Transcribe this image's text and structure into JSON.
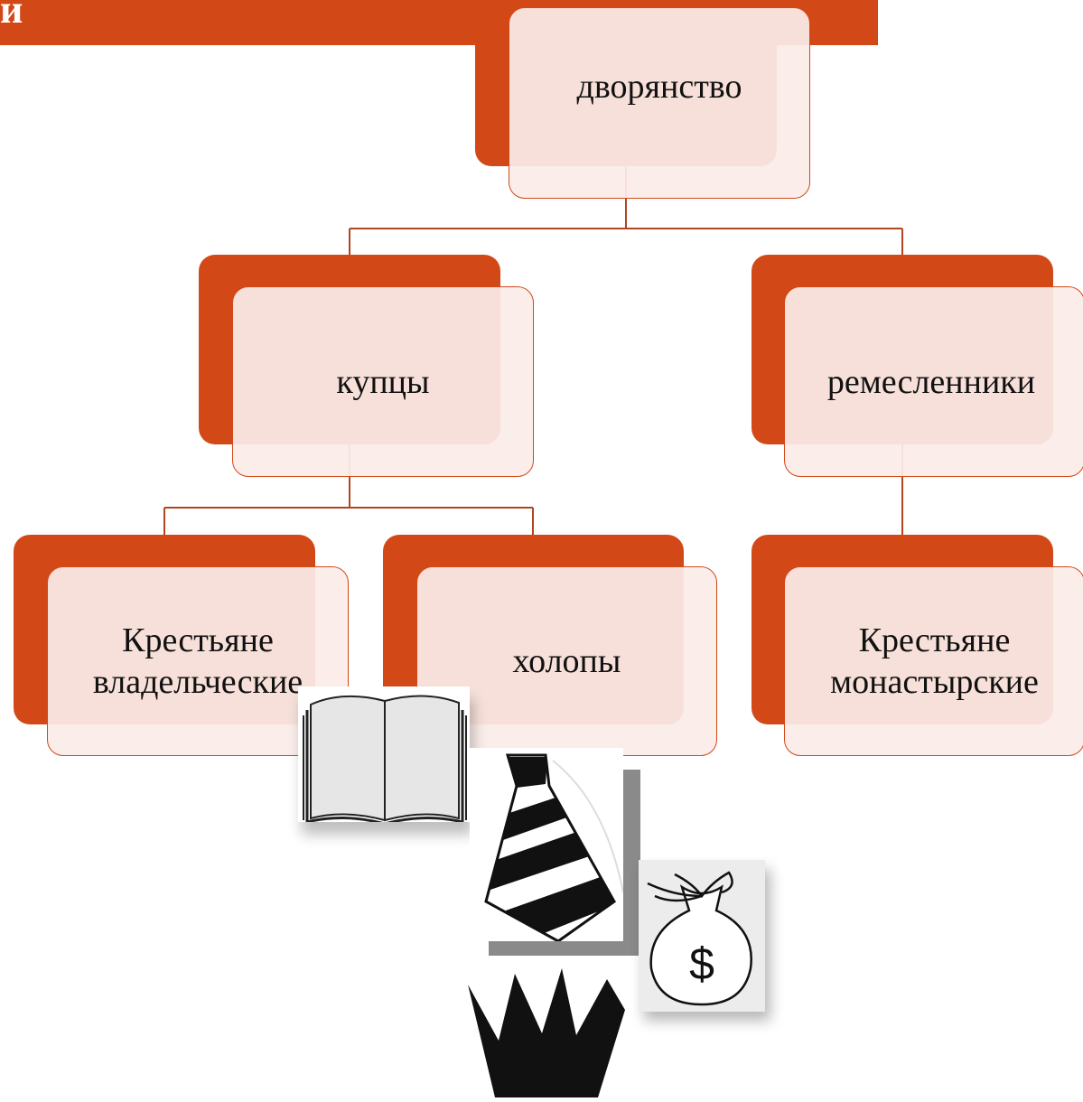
{
  "header": {
    "title_fragment": "и"
  },
  "diagram": {
    "nodes": {
      "top": {
        "label": "дворянство"
      },
      "mid_left": {
        "label": "купцы"
      },
      "mid_right": {
        "label": "ремесленники"
      },
      "bottom_left": {
        "lines": [
          "Крестьяне",
          "владельческие"
        ]
      },
      "bottom_mid": {
        "label": "холопы"
      },
      "bottom_right": {
        "lines": [
          "Крестьяне",
          "монастырские"
        ]
      }
    }
  },
  "clipart": {
    "money_bag": {
      "symbol": "$"
    },
    "icons": [
      "book-icon",
      "tie-icon",
      "money-bag-icon",
      "crown-icon"
    ]
  },
  "colors": {
    "accent": "#d34817",
    "box_fill": "#faece8",
    "connector": "#b0451f"
  }
}
